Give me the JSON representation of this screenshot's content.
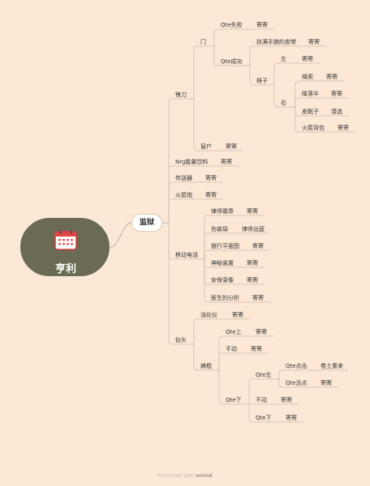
{
  "root": {
    "title": "亨利",
    "icon": "calendar-icon"
  },
  "main_topic": "监狱",
  "footer": {
    "prefix": "Presented with",
    "brand": "xmind"
  },
  "nodes": {
    "n1": "锉刀",
    "n2": "门",
    "n3": "Qte失败",
    "n4": "寄寄",
    "n5": "Qte成功",
    "n6": "扶满手腕的皮带",
    "n7": "寄寄",
    "n8": "椅子",
    "n9": "左",
    "n10": "寄寄",
    "n11": "右",
    "n12": "绳索",
    "n13": "寄寄",
    "n14": "降落伞",
    "n15": "寄寄",
    "n16": "皮靴子",
    "n17": "潜选",
    "n18": "火箭背包",
    "n19": "寄寄",
    "n20": "窗户",
    "n21": "寄寄",
    "n22": "Nrg能量饮料",
    "n23": "寄寄",
    "n24": "传送器",
    "n25": "寄寄",
    "n26": "火箭炮",
    "n27": "寄寄",
    "n28": "移动电话",
    "n29": "律师徽章",
    "n30": "寄寄",
    "n31": "伪装袋",
    "n32": "律师出庭",
    "n33": "银行平面图",
    "n34": "寄寄",
    "n35": "神秘装置",
    "n36": "寄寄",
    "n37": "安保录像",
    "n38": "寄寄",
    "n39": "医生的分析",
    "n40": "寄寄",
    "n41": "钻头",
    "n42": "浊化仪",
    "n43": "寄寄",
    "n44": "搞棍",
    "n45": "Qte上",
    "n46": "寄寄",
    "n47": "不动",
    "n48": "寄寄",
    "n49": "Qte下",
    "n50": "Qte左",
    "n51": "Qte点击",
    "n52": "卷土重来",
    "n53": "Qte没点",
    "n54": "寄寄",
    "n55": "不动",
    "n56": "寄寄",
    "n57": "Qte下",
    "n58": "寄寄"
  }
}
